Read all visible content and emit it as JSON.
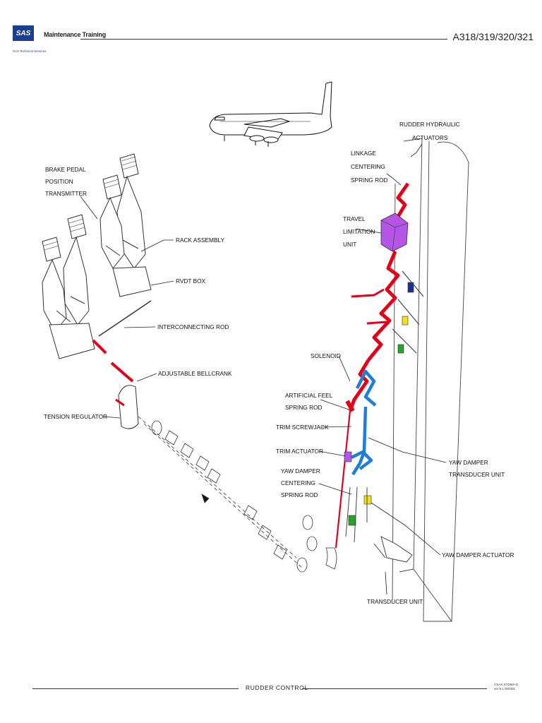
{
  "header": {
    "logo_text": "SAS",
    "logo_subtitle": "SAS Technical Services",
    "training_label": "Maintenance Training",
    "aircraft_models": "A318/319/320/321"
  },
  "labels": {
    "rudder_hydraulic_actuators_1": "RUDDER HYDRAULIC",
    "rudder_hydraulic_actuators_2": "ACTUATORS",
    "linkage_1": "LINKAGE",
    "linkage_2": "CENTERING",
    "linkage_3": "SPRING ROD",
    "brake_1": "BRAKE PEDAL",
    "brake_2": "POSITION",
    "brake_3": "TRANSMITTER",
    "travel_1": "TRAVEL",
    "travel_2": "LIMITATION",
    "travel_3": "UNIT",
    "rack_assembly": "RACK ASSEMBLY",
    "rvdt_box": "RVDT BOX",
    "interconnecting_rod": "INTERCONNECTING ROD",
    "solenoid": "SOLENOID",
    "adjustable_bellcrank": "ADJUSTABLE BELLCRANK",
    "artificial_1": "ARTIFICIAL FEEL",
    "artificial_2": "SPRING ROD",
    "tension_regulator": "TENSION REGULATOR",
    "trim_screwjack": "TRIM SCREWJACK",
    "trim_actuator": "TRIM ACTUATOR",
    "yaw_transducer_1": "YAW DAMPER",
    "yaw_transducer_2": "TRANSDUCER UNIT",
    "yaw_centering_1": "YAW DAMPER",
    "yaw_centering_2": "CENTERING",
    "yaw_centering_3": "SPRING ROD",
    "yaw_damper_actuator": "YAW DAMPER ACTUATOR",
    "transducer_unit": "TRANSDUCER UNIT"
  },
  "footer": {
    "title": "RUDDER CONTROL",
    "copyright_1": "©SAS STDMX-D",
    "copyright_2": "ver 9.1 000301"
  },
  "colors": {
    "linkage_red": "#e3001b",
    "hydraulic_blue": "#1f7fd8",
    "travel_limit_purple": "#b455e6",
    "actuator_navy": "#1c2f8c",
    "actuator_yellow": "#f2e21a",
    "actuator_green": "#2aa12a",
    "sas_blue": "#1b3f8f"
  }
}
